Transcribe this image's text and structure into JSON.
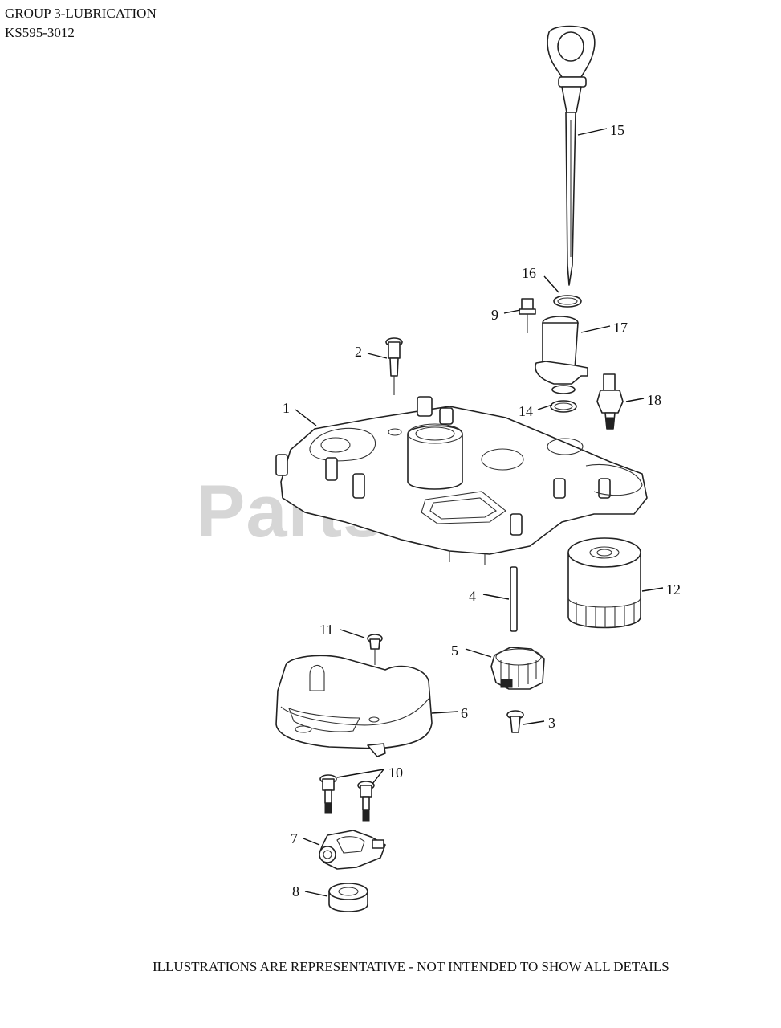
{
  "header": {
    "title": "GROUP 3-LUBRICATION",
    "model": "KS595-3012"
  },
  "watermark": "PartsTree",
  "footer": "ILLUSTRATIONS ARE REPRESENTATIVE - NOT INTENDED TO SHOW ALL DETAILS",
  "callouts": {
    "c1": "1",
    "c2": "2",
    "c3": "3",
    "c4": "4",
    "c5": "5",
    "c6": "6",
    "c7": "7",
    "c8": "8",
    "c9": "9",
    "c10": "10",
    "c11": "11",
    "c12": "12",
    "c14": "14",
    "c15": "15",
    "c16": "16",
    "c17": "17",
    "c18": "18"
  }
}
